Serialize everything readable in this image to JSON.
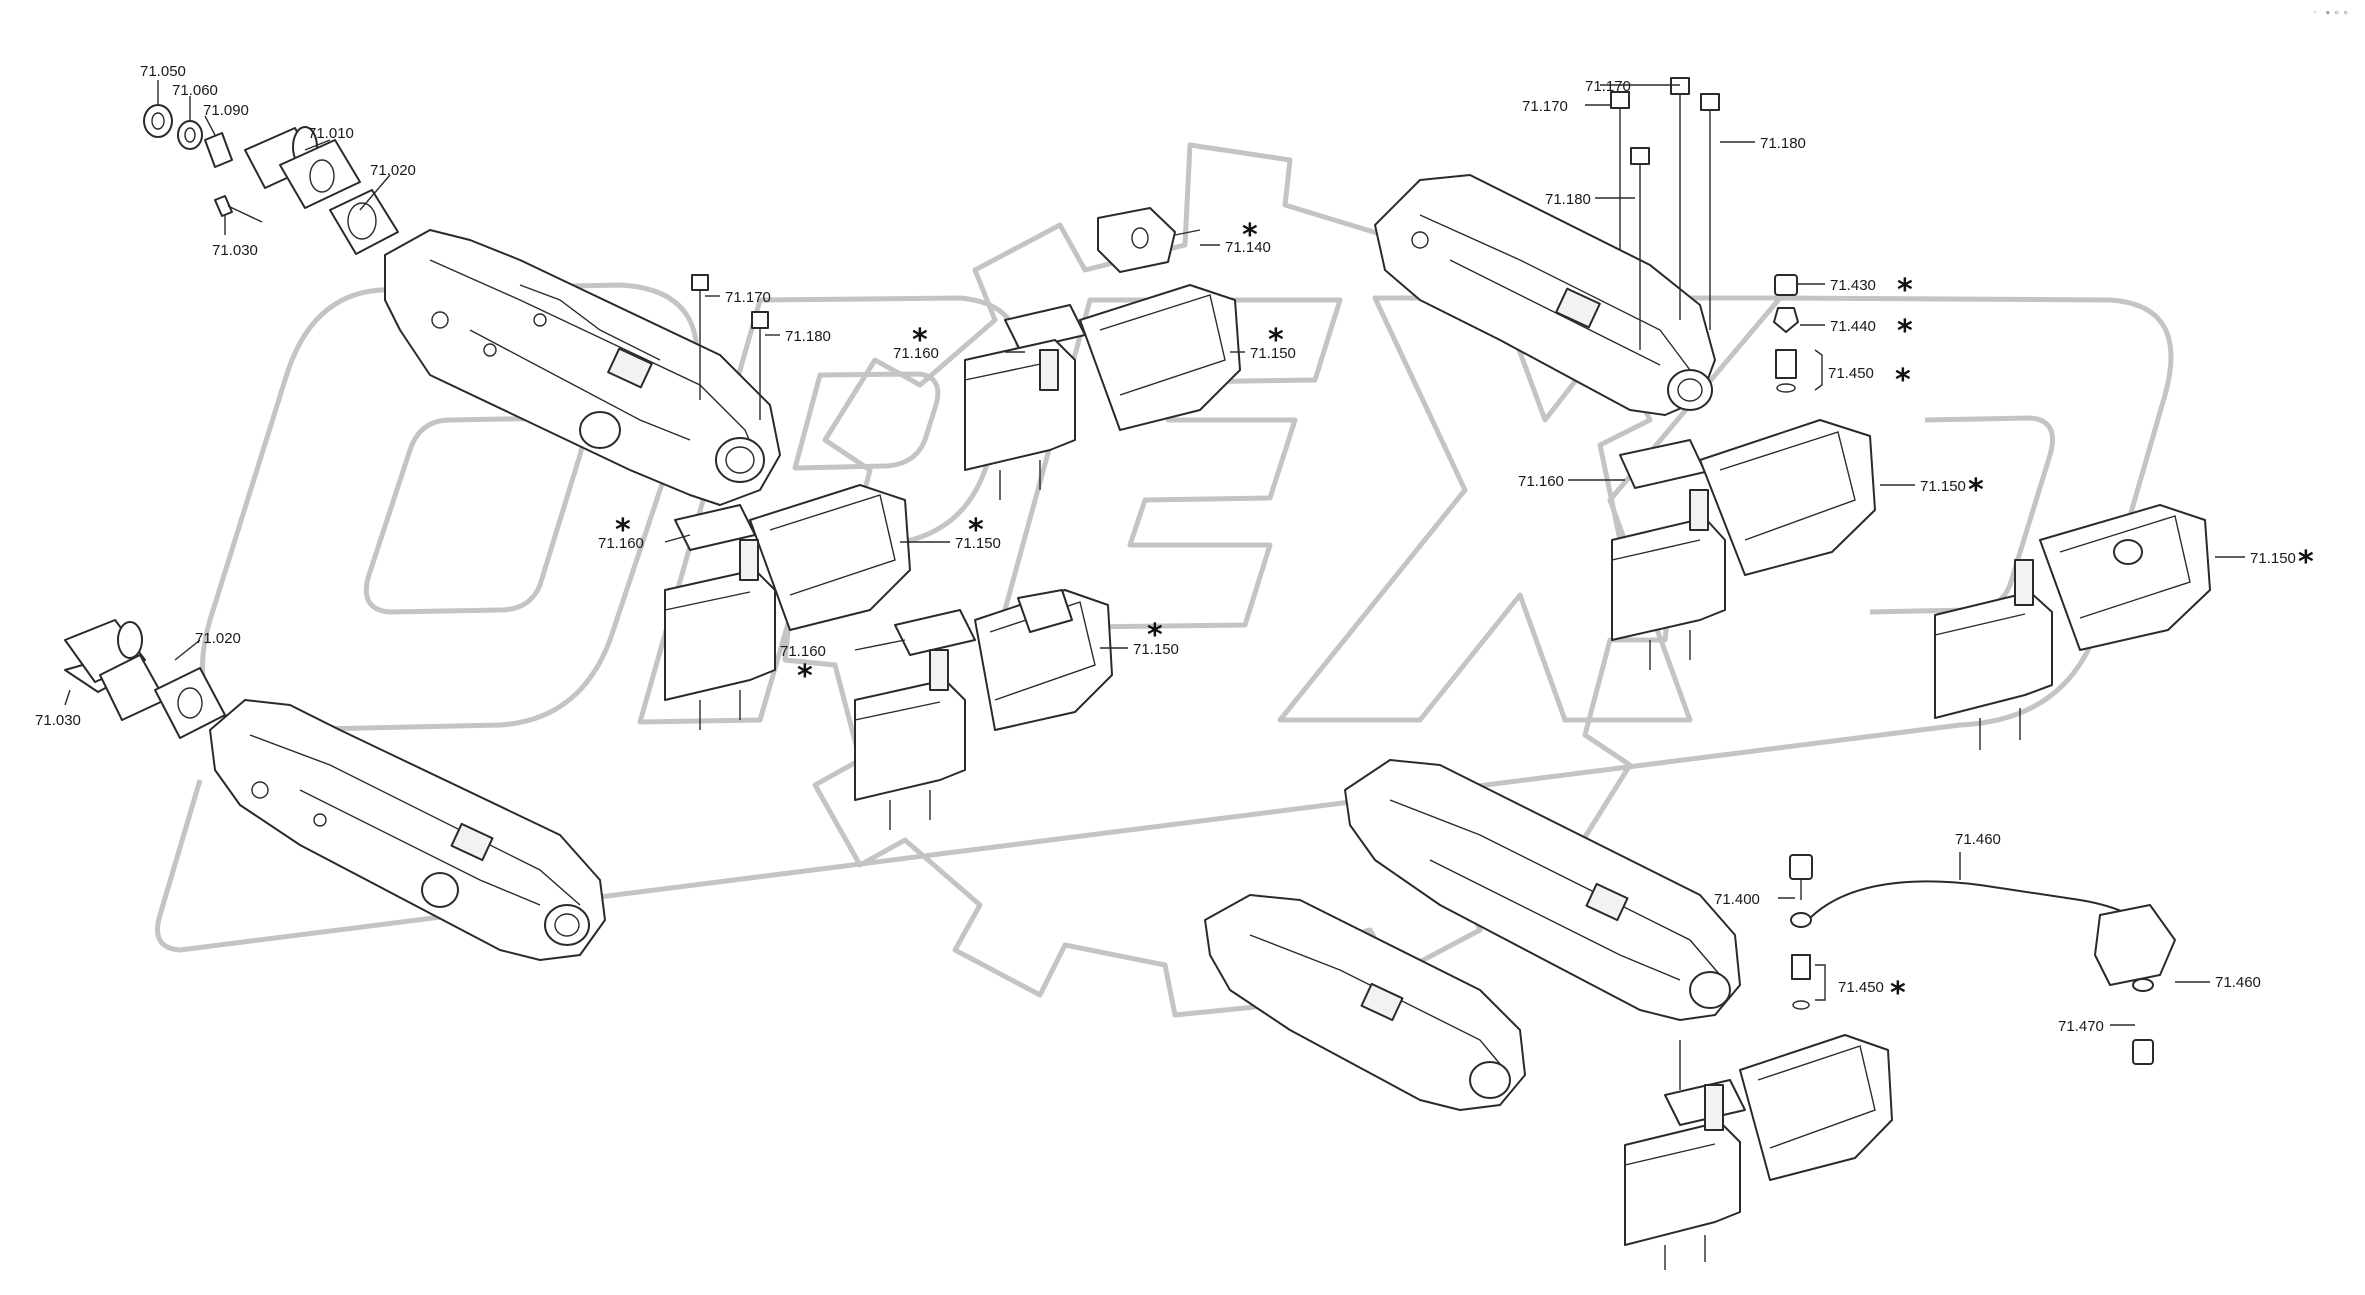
{
  "labels": {
    "p71050": "71.050",
    "p71060": "71.060",
    "p71090": "71.090",
    "p71010": "71.010",
    "p71020": "71.020",
    "p71030": "71.030",
    "p71170": "71.170",
    "p71180": "71.180",
    "p71140": "71.140",
    "p71160": "71.160",
    "p71150": "71.150",
    "p71430": "71.430",
    "p71440": "71.440",
    "p71450": "71.450",
    "p71400": "71.400",
    "p71460": "71.460",
    "p71470": "71.470"
  },
  "asterisk": "*",
  "watermark": {
    "color": "#c4c4c4"
  }
}
